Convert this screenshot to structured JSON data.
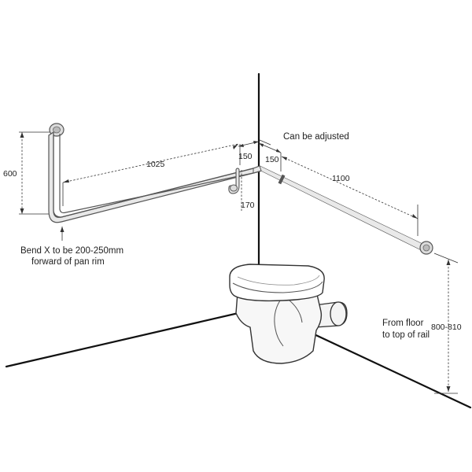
{
  "dimensions": {
    "vertical_height": "600",
    "horizontal_length": "1025",
    "side_length": "1100",
    "corner_offset_left": "150",
    "corner_offset_right": "150",
    "support_drop": "170",
    "floor_to_rail": "800-810"
  },
  "notes": {
    "bend_line1": "Bend X to be 200-250mm",
    "bend_line2": "forward of pan rim",
    "adjust": "Can be adjusted",
    "floor_line1": "From floor",
    "floor_line2": "to top of rail"
  }
}
